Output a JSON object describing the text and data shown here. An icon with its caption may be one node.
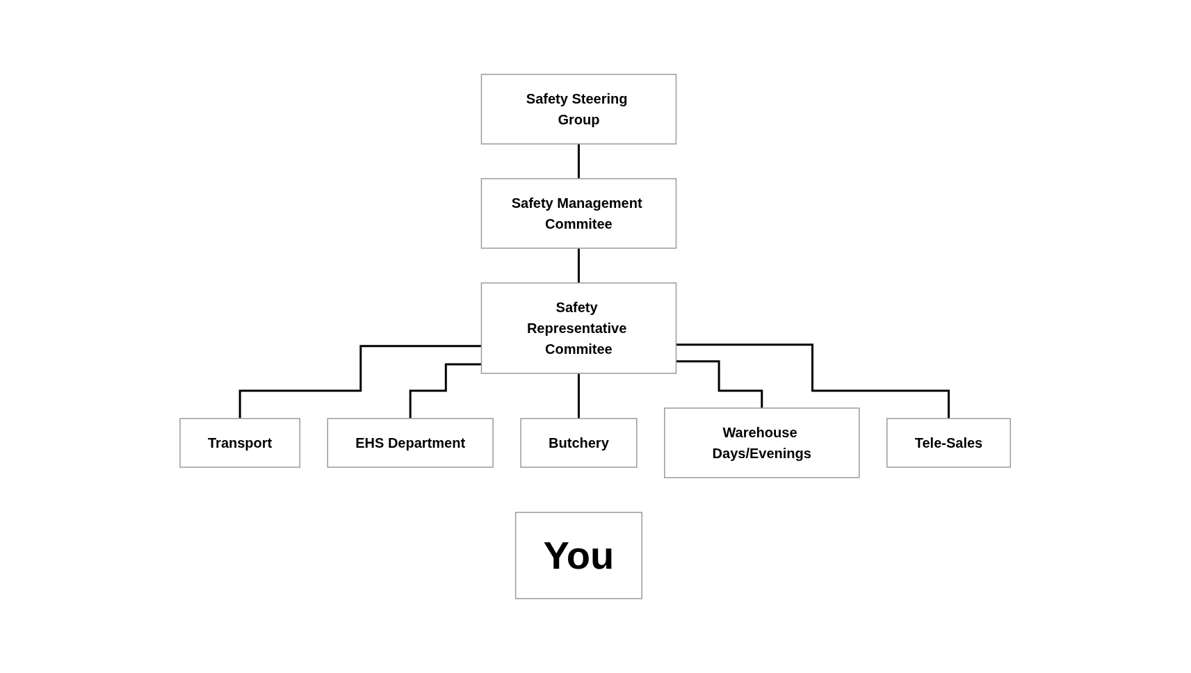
{
  "diagram": {
    "nodes": [
      {
        "text": [
          "Safety Steering Group"
        ]
      },
      {
        "text": [
          "Safety Management Commitee"
        ]
      },
      {
        "text": [
          "Safety Representative Commitee"
        ]
      },
      {
        "text": [
          "Transport"
        ]
      },
      {
        "text": [
          "EHS Department"
        ]
      },
      {
        "text": [
          "Butchery"
        ]
      },
      {
        "text": [
          "Warehouse Days/Evenings"
        ]
      },
      {
        "text": [
          "Tele-Sales"
        ]
      },
      {
        "text": [
          "You"
        ]
      }
    ],
    "edges": [
      {
        "from": 0,
        "to": 1,
        "arrow": "none"
      },
      {
        "from": 1,
        "to": 2,
        "arrow": "none"
      },
      {
        "from": 2,
        "to": 3,
        "arrow": "none"
      },
      {
        "from": 2,
        "to": 4,
        "arrow": "none"
      },
      {
        "from": 2,
        "to": 5,
        "arrow": "none"
      },
      {
        "from": 2,
        "to": 6,
        "arrow": "none"
      },
      {
        "from": 2,
        "to": 7,
        "arrow": "none"
      }
    ]
  }
}
